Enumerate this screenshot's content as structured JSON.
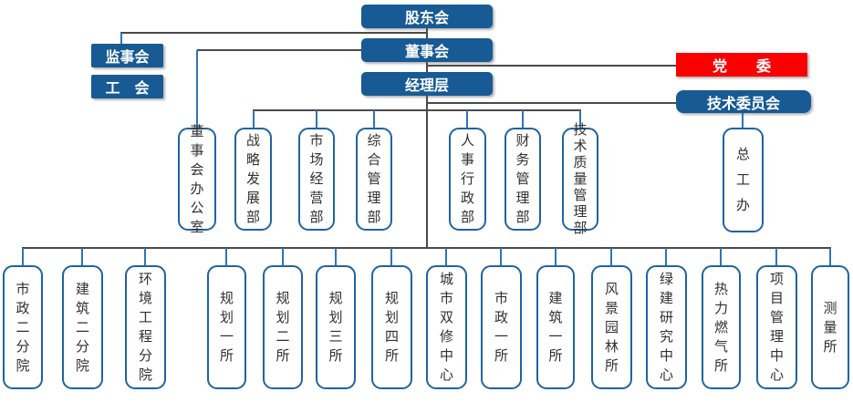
{
  "governance": {
    "shareholders": "股东会",
    "supervisory_board": "监事会",
    "labor_union": "工　会",
    "board_of_directors": "董事会",
    "party_committee": "党　　委",
    "management": "经理层",
    "technical_committee": "技术委员会"
  },
  "departments": [
    "董事会办公室",
    "战略发展部",
    "市场经营部",
    "综合管理部",
    "人事行政部",
    "财务管理部",
    "技术质量管理部",
    "总工办"
  ],
  "units": [
    "市政二分院",
    "建筑二分院",
    "环境工程分院",
    "规划一所",
    "规划二所",
    "规划三所",
    "规划四所",
    "城市双修中心",
    "市政一所",
    "建筑一所",
    "风景园林所",
    "绿建研究中心",
    "热力燃气所",
    "项目管理中心",
    "测量所"
  ],
  "colors": {
    "primary_blue": "#175A94",
    "party_red": "#FB0000",
    "box_border_blue": "#1F63A4",
    "connector_blue": "#2E75B6",
    "line_gray": "#4A4A4A"
  }
}
